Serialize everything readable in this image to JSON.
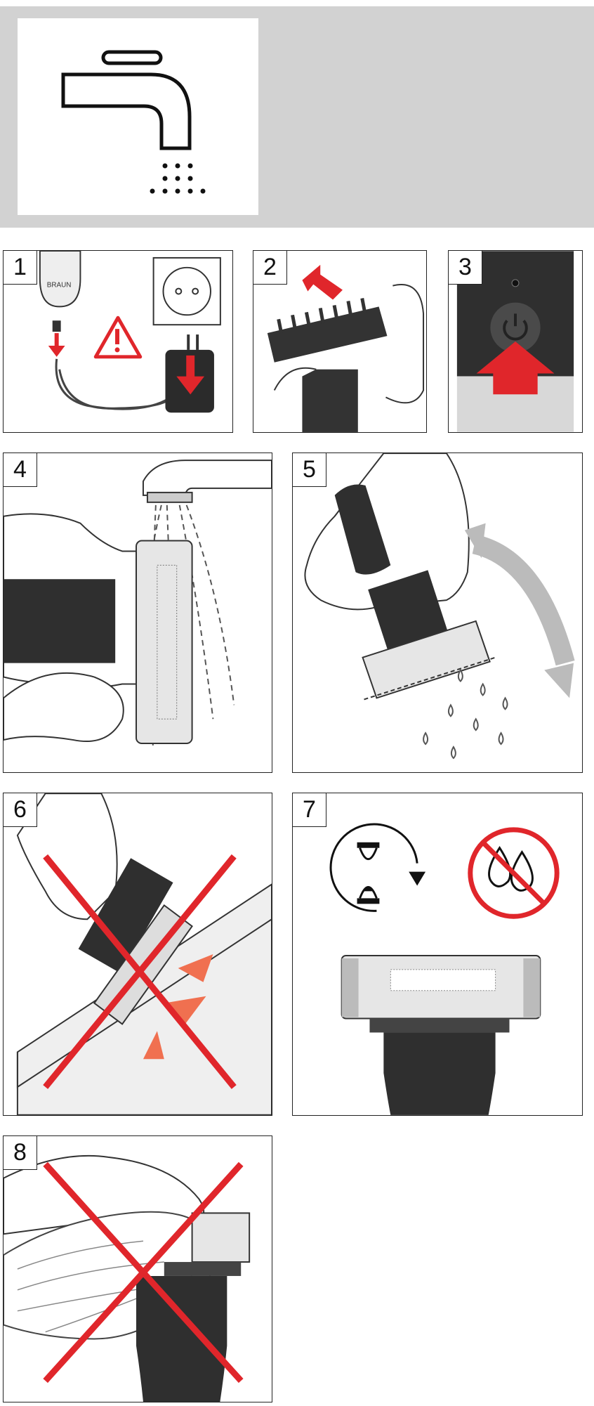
{
  "header": {
    "icon": "faucet-water-icon"
  },
  "brand_logo": "BRAUN",
  "steps": [
    {
      "number": "1",
      "icon": "unplug-charger-icon"
    },
    {
      "number": "2",
      "icon": "remove-comb-icon"
    },
    {
      "number": "3",
      "icon": "power-button-icon"
    },
    {
      "number": "4",
      "icon": "rinse-head-icon"
    },
    {
      "number": "5",
      "icon": "shake-off-water-icon"
    },
    {
      "number": "6",
      "icon": "no-tapping-icon"
    },
    {
      "number": "7",
      "icon": "air-dry-icon"
    },
    {
      "number": "8",
      "icon": "no-towel-dry-icon"
    }
  ],
  "colors": {
    "accent_red": "#e0262b",
    "panel_border": "#222222",
    "header_bg": "#d2d2d2"
  }
}
